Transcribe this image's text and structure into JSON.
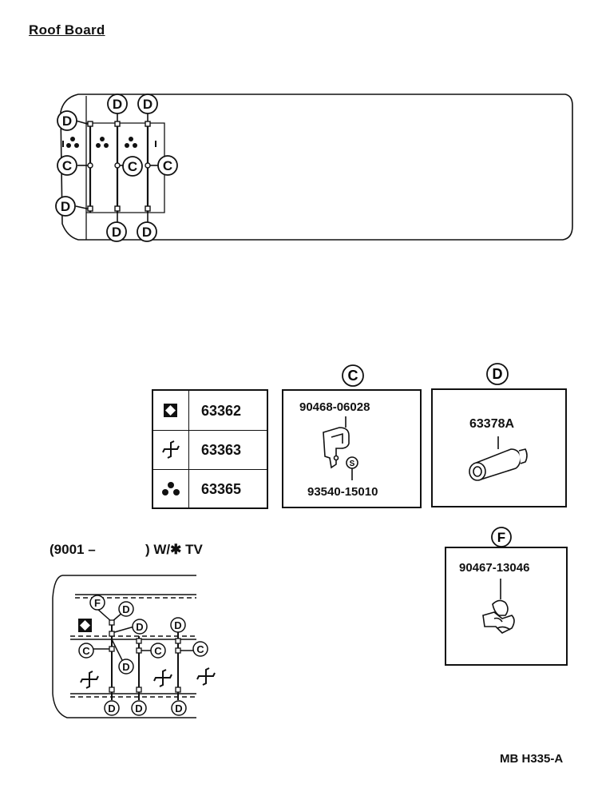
{
  "page": {
    "title": "Roof Board",
    "code": "MB H335-A"
  },
  "callouts": {
    "c": "C",
    "d": "D",
    "f": "F",
    "s": "S"
  },
  "legend": {
    "rows": [
      {
        "symbol": "diamond-square-icon",
        "part": "63362"
      },
      {
        "symbol": "pinwheel-icon",
        "part": "63363"
      },
      {
        "symbol": "three-dot-icon",
        "part": "63365"
      }
    ]
  },
  "clip_c": {
    "label": "C",
    "part_top": "90468-06028",
    "part_bottom": "93540-15010"
  },
  "clip_d": {
    "label": "D",
    "part": "63378A"
  },
  "clip_f": {
    "label": "F",
    "part": "90467-13046"
  },
  "variant": {
    "start": "(9001 –",
    "end": ") W/✱ TV"
  }
}
